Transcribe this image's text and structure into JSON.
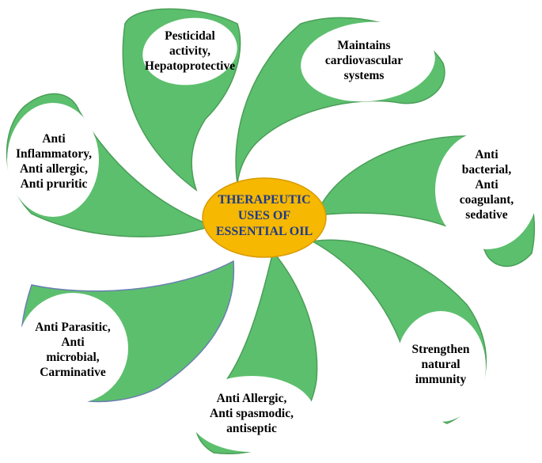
{
  "colors": {
    "petal_fill": "#5cbf6d",
    "petal_stroke": "#4a9e58",
    "petal_stroke_alt": "#6a7fb0",
    "bubble_fill": "#ffffff",
    "center_fill": "#f6b800",
    "center_stroke": "#d89a00",
    "center_text": "#1f3a8a"
  },
  "center": {
    "lines": [
      "THERAPEUTIC",
      "USES OF",
      "ESSENTIAL OIL"
    ]
  },
  "petals": [
    {
      "id": "pesticidal",
      "lines": [
        "Pesticidal",
        "activity,",
        "Hepatoprotective"
      ]
    },
    {
      "id": "cardiovascular",
      "lines": [
        "Maintains",
        "cardiovascular",
        "systems"
      ]
    },
    {
      "id": "antibacterial",
      "lines": [
        "Anti",
        "bacterial,",
        "Anti",
        "coagulant,",
        "sedative"
      ]
    },
    {
      "id": "immunity",
      "lines": [
        "Strengthen",
        "natural",
        "immunity"
      ]
    },
    {
      "id": "antiallergic-spasmodic",
      "lines": [
        "Anti Allergic,",
        "Anti spasmodic,",
        "antiseptic"
      ]
    },
    {
      "id": "antiparasitic",
      "lines": [
        "Anti Parasitic,",
        "Anti",
        "microbial,",
        "Carminative"
      ]
    },
    {
      "id": "antiinflammatory",
      "lines": [
        "Anti",
        "Inflammatory,",
        "Anti allergic,",
        "Anti pruritic"
      ]
    }
  ]
}
